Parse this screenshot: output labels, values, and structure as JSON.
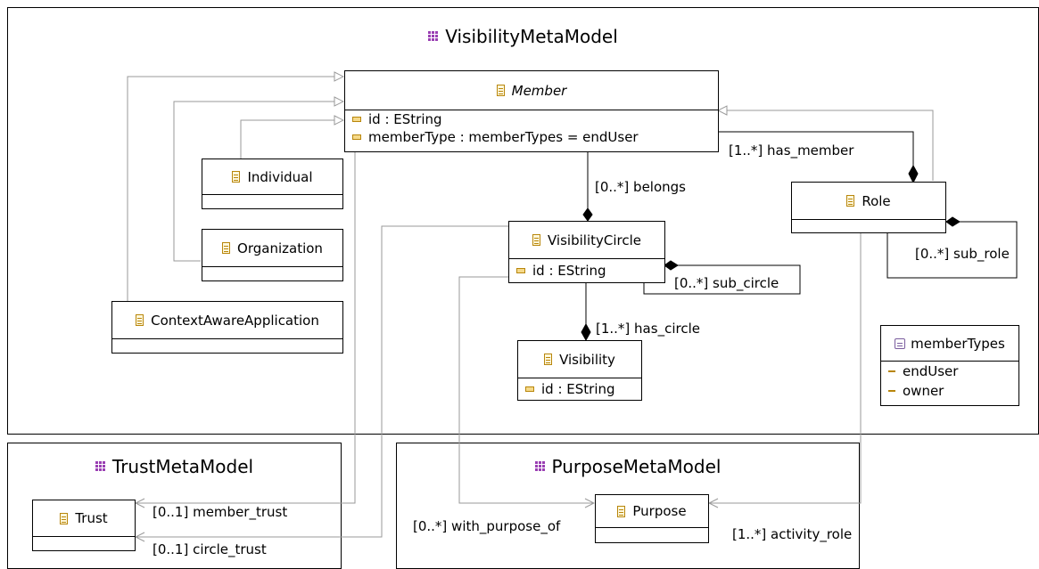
{
  "packages": {
    "visibility": {
      "name": "VisibilityMetaModel"
    },
    "trust": {
      "name": "TrustMetaModel"
    },
    "purpose": {
      "name": "PurposeMetaModel"
    }
  },
  "classes": {
    "member": {
      "name": "Member",
      "attributes": [
        "id : EString",
        "memberType : memberTypes = endUser"
      ]
    },
    "individual": {
      "name": "Individual"
    },
    "organization": {
      "name": "Organization"
    },
    "context_aware_application": {
      "name": "ContextAwareApplication"
    },
    "visibility_circle": {
      "name": "VisibilityCircle",
      "attributes": [
        "id : EString"
      ]
    },
    "visibility": {
      "name": "Visibility",
      "attributes": [
        "id : EString"
      ]
    },
    "role": {
      "name": "Role"
    },
    "trust": {
      "name": "Trust"
    },
    "purpose": {
      "name": "Purpose"
    }
  },
  "enumeration": {
    "name": "memberTypes",
    "literals": [
      "endUser",
      "owner"
    ]
  },
  "associations": {
    "belongs": "[0..*] belongs",
    "has_member": "[1..*] has_member",
    "sub_role": "[0..*] sub_role",
    "sub_circle": "[0..*] sub_circle",
    "has_circle": "[1..*] has_circle",
    "member_trust": "[0..1] member_trust",
    "circle_trust": "[0..1] circle_trust",
    "with_purpose_of": "[0..*] with_purpose_of",
    "activity_role": "[1..*] activity_role"
  },
  "colors": {
    "package_icon": "#9a3fb3",
    "class_icon": "#b8860b",
    "connector_gray": "#999999"
  }
}
